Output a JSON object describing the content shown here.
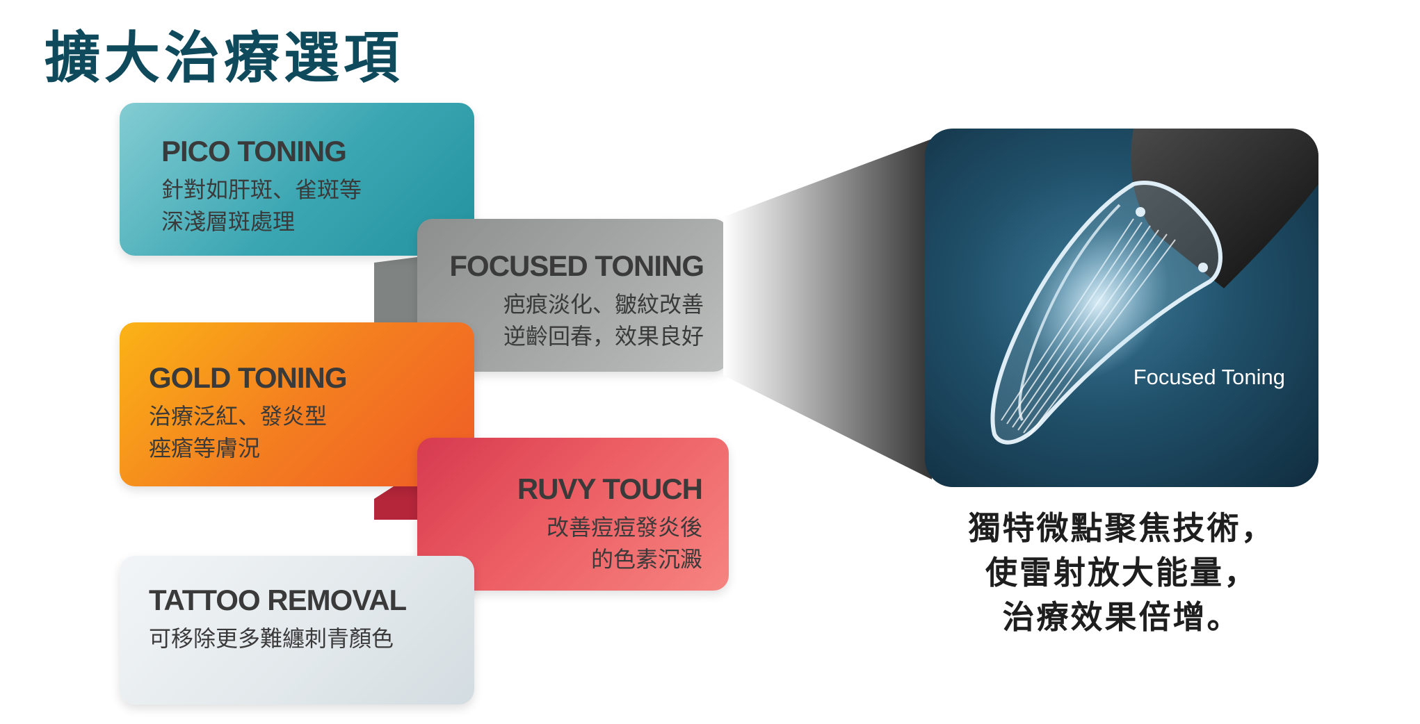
{
  "heading": "擴大治療選項",
  "cards": [
    {
      "id": "pico",
      "title": "PICO TONING",
      "desc": "針對如肝斑、雀斑等\n深淺層斑處理"
    },
    {
      "id": "focused",
      "title": "FOCUSED TONING",
      "desc": "疤痕淡化、皺紋改善\n逆齡回春，效果良好"
    },
    {
      "id": "gold",
      "title": "GOLD TONING",
      "desc": "治療泛紅、發炎型\n痤瘡等膚況"
    },
    {
      "id": "ruvy",
      "title": "RUVY TOUCH",
      "desc": "改善痘痘發炎後\n的色素沉澱"
    },
    {
      "id": "tattoo",
      "title": "TATTOO REMOVAL",
      "desc": "可移除更多難纏刺青顏色"
    }
  ],
  "photo": {
    "caption": "Focused Toning"
  },
  "feature_text": "獨特微點聚焦技術，\n使雷射放大能量，\n治療效果倍增。",
  "colors": {
    "heading": "#0f4a5c",
    "pico": "#35a7b3",
    "focused": "#a8aaa9",
    "gold": "#f26f21",
    "ruvy": "#e8495a",
    "tattoo": "#dfe6ea"
  }
}
